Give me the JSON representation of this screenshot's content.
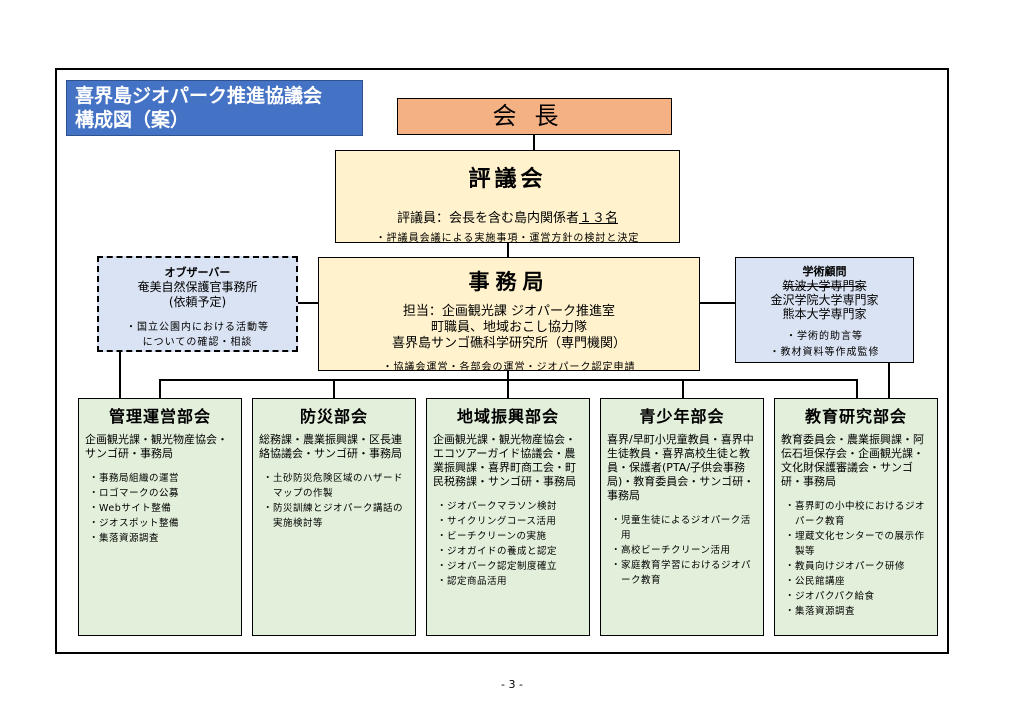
{
  "title": {
    "line1": "喜界島ジオパーク推進協議会",
    "line2": "構成図（案）"
  },
  "chair": {
    "label": "会長"
  },
  "council": {
    "heading": "評議会",
    "members_prefix": "評議員：会長を含む島内関係者",
    "members_count": "１３名",
    "note": "・評議員会議による実施事項・運営方針の検討と決定"
  },
  "secretariat": {
    "heading": "事務局",
    "lines": [
      "担当：企画観光課 ジオパーク推進室",
      "町職員、地域おこし協力隊",
      "喜界島サンゴ礁科学研究所（専門機関）"
    ],
    "note": "・協議会運営・各部会の運営・ジオパーク認定申請"
  },
  "observer": {
    "heading": "オブザーバー",
    "lines": [
      "奄美自然保護官事務所",
      "(依頼予定)"
    ],
    "notes": [
      "・国立公園内における活動等",
      "についての確認・相談"
    ]
  },
  "advisor": {
    "heading": "学術顧問",
    "struck": "筑波大学専門家",
    "lines": [
      "金沢学院大学専門家",
      "熊本大学専門家"
    ],
    "notes": [
      "・学術的助言等",
      "・教材資料等作成監修"
    ]
  },
  "departments": [
    {
      "name": "管理運営部会",
      "members": "企画観光課・観光物産協会・サンゴ研・事務局",
      "items": [
        "事務局組織の運営",
        "ロゴマークの公募",
        "Webサイト整備",
        "ジオスポット整備",
        "集落資源調査"
      ]
    },
    {
      "name": "防災部会",
      "members": "総務課・農業振興課・区長連絡協議会・サンゴ研・事務局",
      "items": [
        "土砂防災危険区域のハザードマップの作製",
        "防災訓練とジオパーク講話の実施検討等"
      ]
    },
    {
      "name": "地域振興部会",
      "members": "企画観光課・観光物産協会・エコツアーガイド協議会・農業振興課・喜界町商工会・町民税務課・サンゴ研・事務局",
      "items": [
        "ジオパークマラソン検討",
        "サイクリングコース活用",
        "ビーチクリーンの実施",
        "ジオガイドの養成と認定",
        "ジオパーク認定制度確立",
        "認定商品活用"
      ]
    },
    {
      "name": "青少年部会",
      "members": "喜界/早町小児童教員・喜界中生徒教員・喜界高校生徒と教員・保護者(PTA/子供会事務局)・教育委員会・サンゴ研・事務局",
      "items": [
        "児童生徒によるジオパーク活用",
        "高校ビーチクリーン活用",
        "家庭教育学習におけるジオパーク教育"
      ]
    },
    {
      "name": "教育研究部会",
      "members": "教育委員会・農業振興課・阿伝石垣保存会・企画観光課・文化財保護審議会・サンゴ研・事務局",
      "items": [
        "喜界町の小中校におけるジオパーク教育",
        "埋蔵文化センターでの展示作製等",
        "教員向けジオパーク研修",
        "公民館講座",
        "ジオパクパク給食",
        "集落資源調査"
      ]
    }
  ],
  "page_number": "- 3 -"
}
